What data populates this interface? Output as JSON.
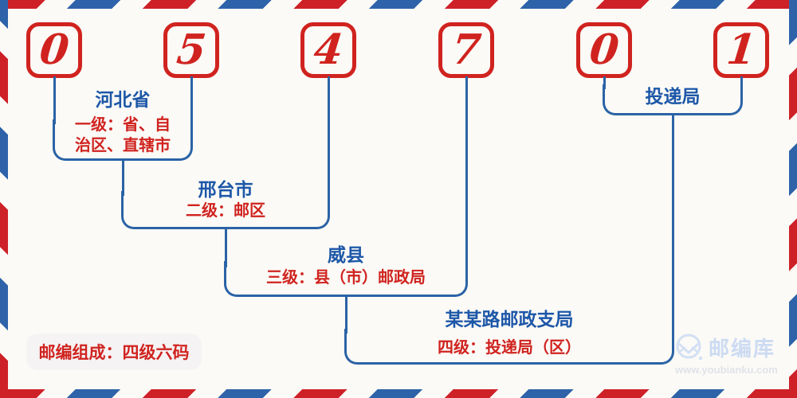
{
  "postal_code": {
    "value": "054701",
    "digits": [
      "0",
      "5",
      "4",
      "7",
      "0",
      "1"
    ]
  },
  "levels": [
    {
      "name": "河北省",
      "desc": "一级：省、自\n治区、直辖市"
    },
    {
      "name": "邢台市",
      "desc": "二级：邮区"
    },
    {
      "name": "威县",
      "desc": "三级：县（市）邮政局"
    },
    {
      "name": "某某路邮政支局",
      "desc": "四级：投递局（区）"
    },
    {
      "name": "投递局",
      "desc": ""
    }
  ],
  "footer": {
    "composition_label": "邮编组成：四级六码"
  },
  "watermark": {
    "brand": "邮编库",
    "url": "www.youbianku.com",
    "icon": "circle-envelope-icon"
  },
  "colors": {
    "digit_red": "#d0231f",
    "name_blue": "#1d57a8",
    "line_blue": "#2b63a6",
    "stripe_red": "#ce2127",
    "stripe_blue": "#2e63a9",
    "background": "#fbfaf6",
    "watermark_blue": "#ccdbf2"
  }
}
